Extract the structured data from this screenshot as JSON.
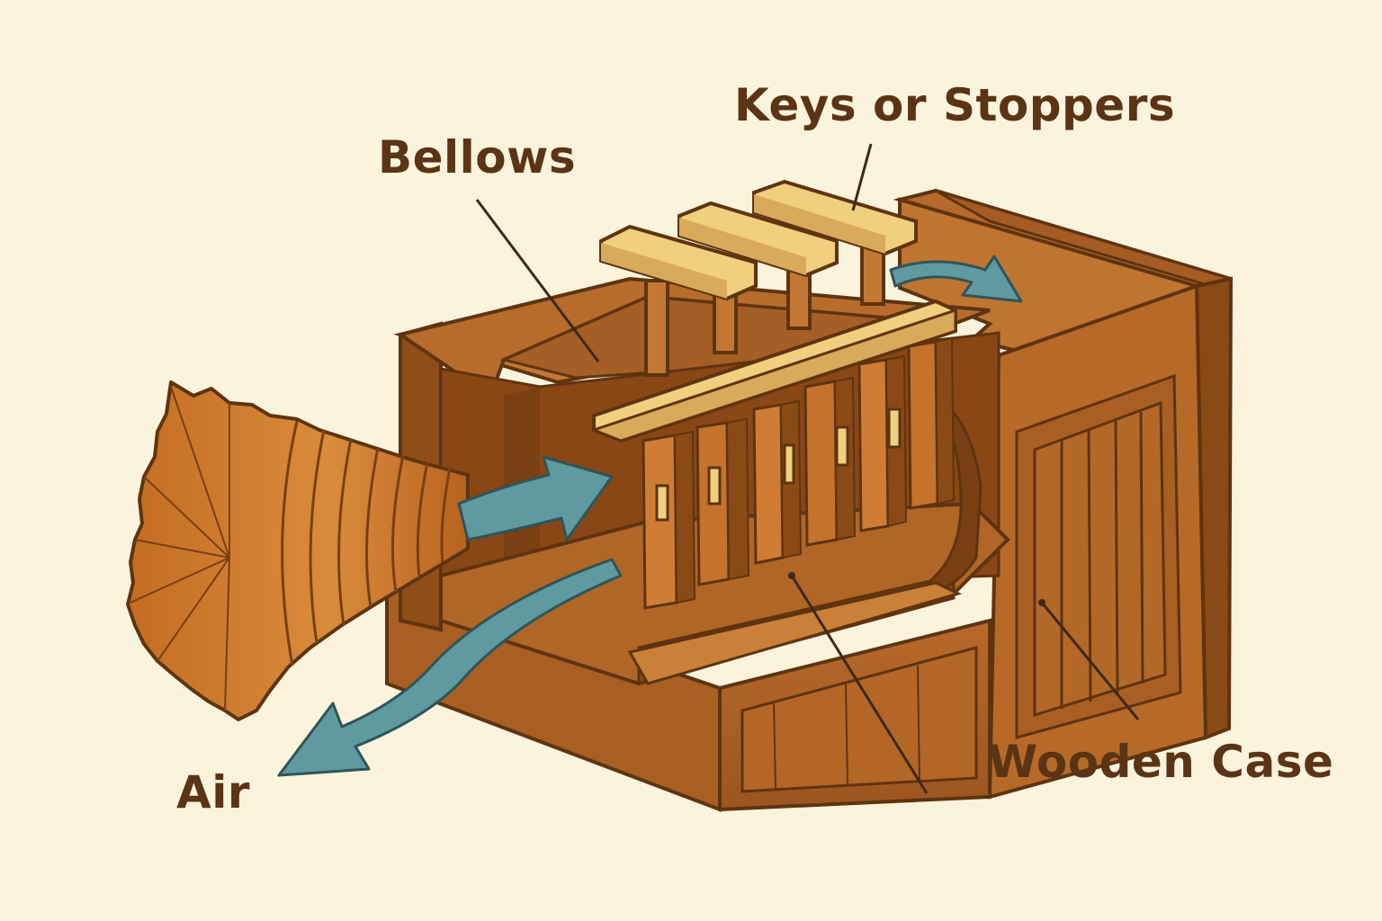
{
  "labels": {
    "keys": "Keys or Stoppers",
    "bellows": "Bellows",
    "air": "Air",
    "case": "Wooden Case"
  },
  "colors": {
    "background": "#fbf3dc",
    "label_text": "#5a3414",
    "wood_dark": "#8a4a16",
    "wood_mid": "#b86a26",
    "wood_light": "#d08a3a",
    "key_wood": "#f0cf7e",
    "outline": "#5e3410",
    "air_arrow": "#5f9aa0"
  },
  "icons": {
    "air_arrow": "curved-arrow-icon",
    "horn": "horn-icon"
  }
}
